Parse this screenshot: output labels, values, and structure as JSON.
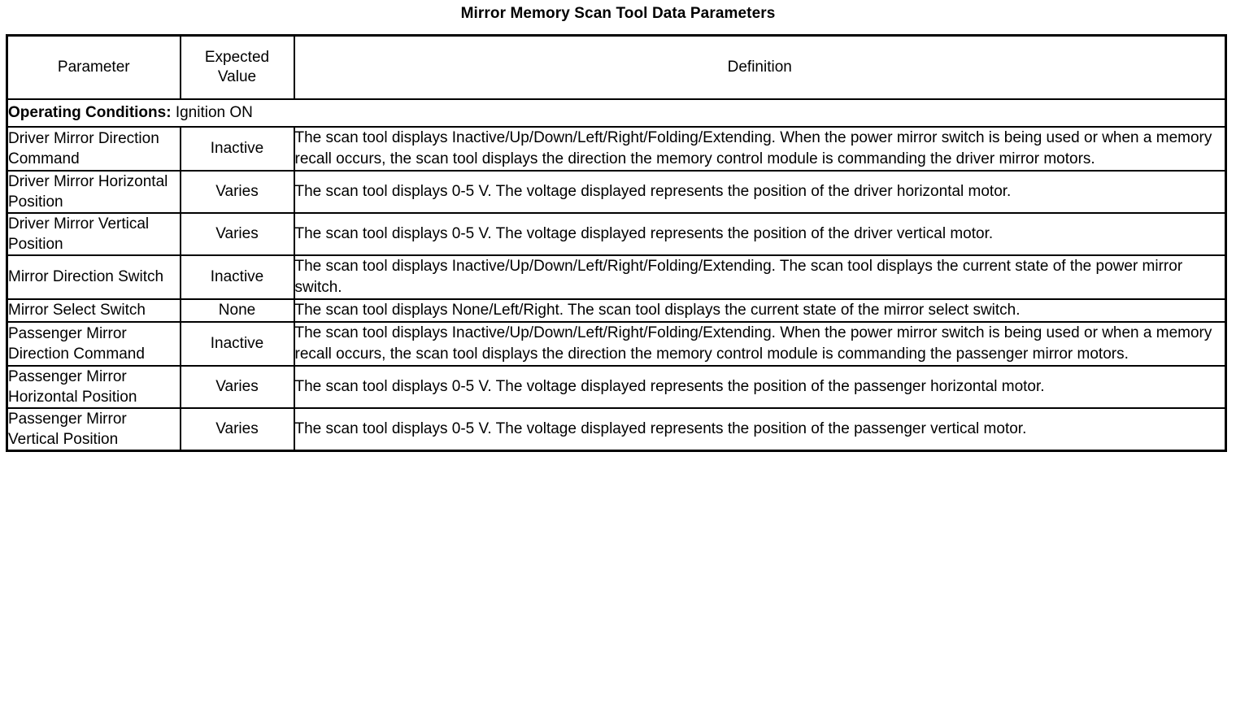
{
  "title": "Mirror Memory Scan Tool Data Parameters",
  "table": {
    "headers": {
      "parameter": "Parameter",
      "expected_value": "Expected\nValue",
      "expected_value_line1": "Expected",
      "expected_value_line2": "Value",
      "definition": "Definition"
    },
    "operating_conditions": {
      "label": "Operating Conditions:",
      "value": "Ignition ON"
    },
    "rows": [
      {
        "parameter": "Driver Mirror Direction Command",
        "expected_value": "Inactive",
        "definition": "The scan tool displays Inactive/Up/Down/Left/Right/Folding/Extending. When the power mirror switch is being used or when a memory recall occurs, the scan tool displays the direction the memory control module is commanding the driver mirror motors."
      },
      {
        "parameter": "Driver Mirror Horizontal Position",
        "expected_value": "Varies",
        "definition": "The scan tool displays 0-5 V. The voltage displayed represents the position of the driver horizontal motor."
      },
      {
        "parameter": "Driver Mirror Vertical Position",
        "expected_value": "Varies",
        "definition": "The scan tool displays 0-5 V. The voltage displayed represents the position of the driver vertical motor."
      },
      {
        "parameter": "Mirror Direction Switch",
        "expected_value": "Inactive",
        "definition": "The scan tool displays Inactive/Up/Down/Left/Right/Folding/Extending. The scan tool displays the current state of the power mirror switch."
      },
      {
        "parameter": "Mirror Select Switch",
        "expected_value": "None",
        "definition": "The scan tool displays None/Left/Right. The scan tool displays the current state of the mirror select switch."
      },
      {
        "parameter": "Passenger Mirror Direction Command",
        "expected_value": "Inactive",
        "definition": "The scan tool displays Inactive/Up/Down/Left/Right/Folding/Extending. When the power mirror switch is being used or when a memory recall occurs, the scan tool displays the direction the memory control module is commanding the passenger mirror motors."
      },
      {
        "parameter": "Passenger Mirror Horizontal Position",
        "expected_value": "Varies",
        "definition": "The scan tool displays 0-5 V. The voltage displayed represents the position of the passenger horizontal motor."
      },
      {
        "parameter": "Passenger Mirror Vertical Position",
        "expected_value": "Varies",
        "definition": "The scan tool displays 0-5 V. The voltage displayed represents the position of the passenger vertical motor."
      }
    ]
  },
  "colors": {
    "text": "#000000",
    "background": "#ffffff",
    "border": "#000000"
  }
}
